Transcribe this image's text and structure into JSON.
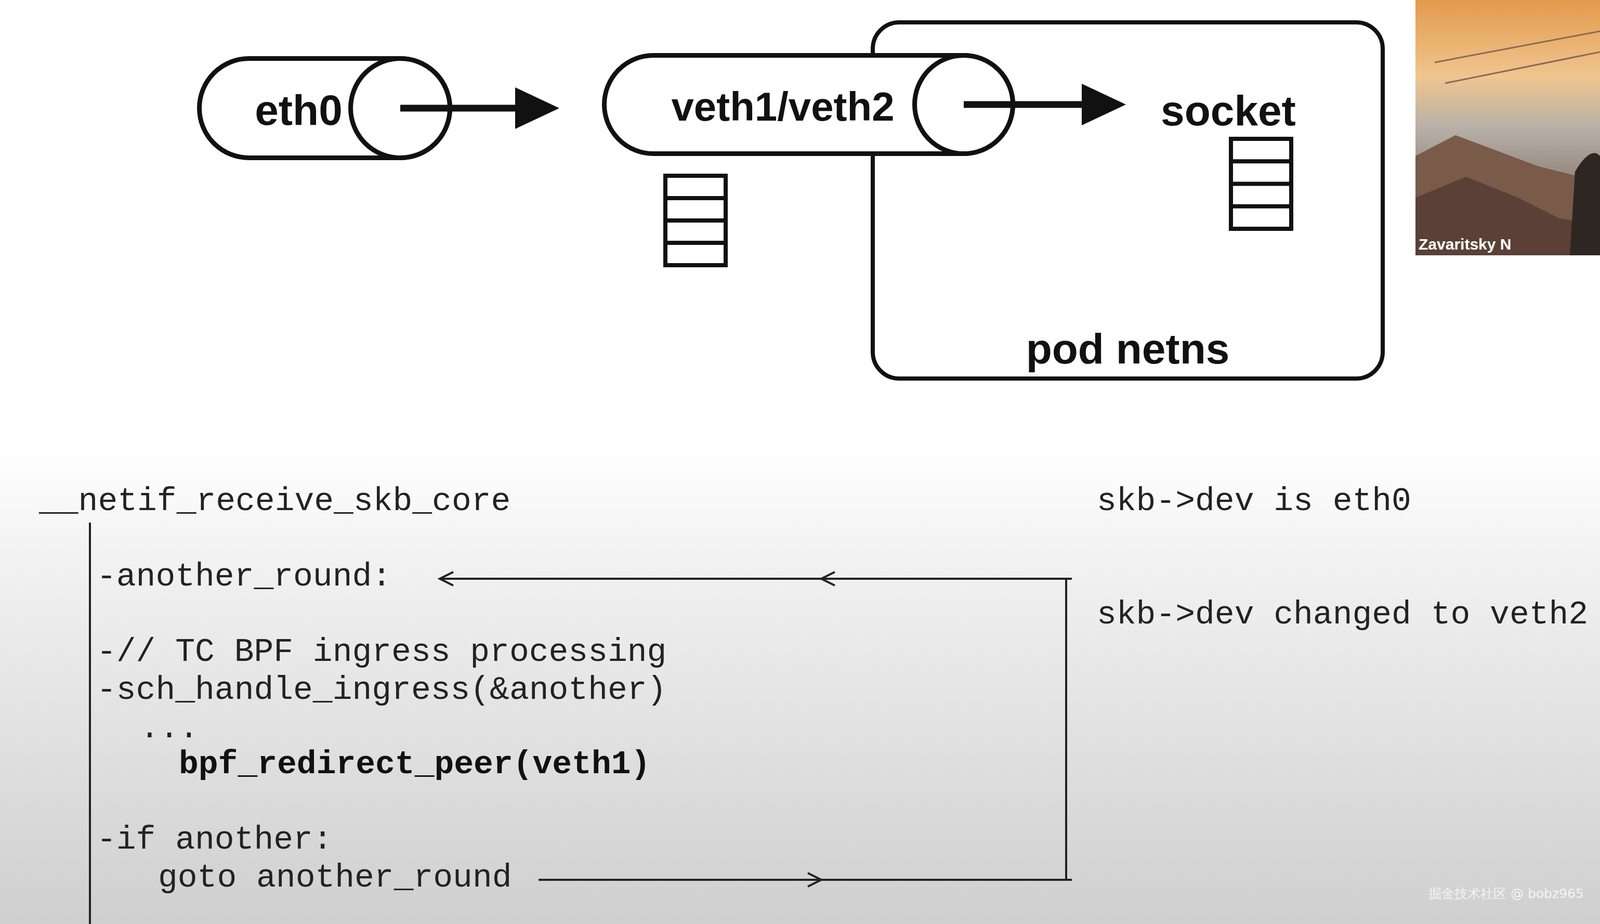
{
  "diagram": {
    "nodes": [
      {
        "text": [
          "eth0"
        ]
      },
      {
        "text": [
          "veth1/veth2"
        ]
      },
      {
        "text": [
          "pod netns"
        ]
      },
      {
        "text": [
          "socket"
        ],
        "in": 2
      }
    ],
    "edges": [
      {
        "from": 0,
        "to": 1,
        "arrow": "to"
      },
      {
        "from": 1,
        "to": 3,
        "arrow": "to"
      }
    ],
    "labels": [
      "__netif_receive_skb_core",
      "-another_round:",
      "-// TC BPF ingress processing",
      "-sch_handle_ingress(&another)",
      "...",
      "bpf_redirect_peer(veth1)",
      "-if another:",
      "goto another_round",
      "skb->dev is eth0",
      "skb->dev changed to veth2",
      "Zavaritsky N",
      "掘金技术社区 @ bobz965"
    ]
  }
}
